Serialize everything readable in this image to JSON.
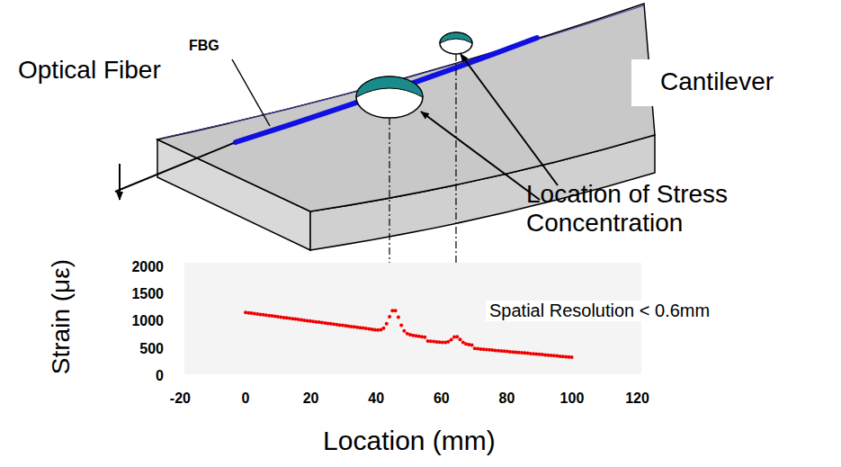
{
  "diagram": {
    "labels": [
      "FBG",
      "Optical Fiber",
      "Cantilever",
      "Location of Stress Concentration",
      "Strain (με)",
      "2000",
      "1500",
      "1000",
      "500",
      "0",
      "Spatial Resolution < 0.6mm",
      "-20",
      "0",
      "20",
      "40",
      "60",
      "80",
      "100",
      "120",
      "Location (mm)"
    ]
  }
}
